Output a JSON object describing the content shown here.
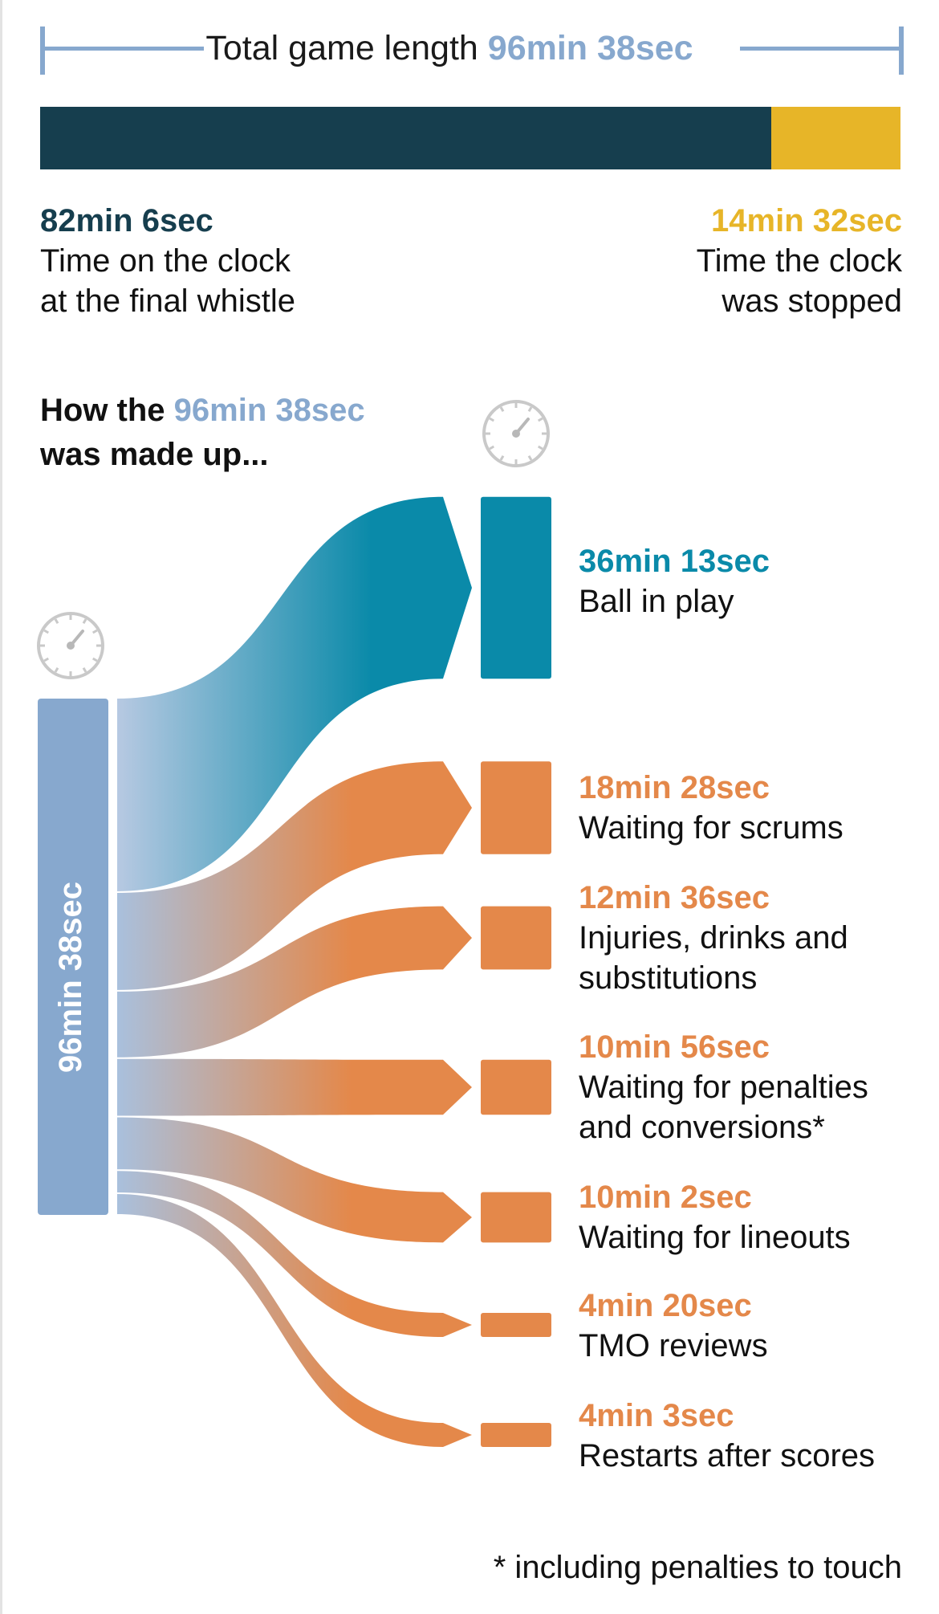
{
  "header": {
    "total_label": "Total game length",
    "total_value": "96min 38sec"
  },
  "summary": {
    "clock_value": "82min 6sec",
    "clock_label_line1": "Time on the clock",
    "clock_label_line2": "at the final whistle",
    "stopped_value": "14min 32sec",
    "stopped_label_line1": "Time the clock",
    "stopped_label_line2": "was stopped"
  },
  "section": {
    "title_prefix": "How the",
    "title_value": "96min 38sec",
    "title_line2": "was made up..."
  },
  "source_bar_label": "96min 38sec",
  "footnote": "* including penalties to touch",
  "colors": {
    "dark": "#163e4e",
    "yellow": "#e7b528",
    "light_blue": "#87a8ce",
    "teal": "#0a8aa9",
    "orange": "#e4884a",
    "icon": "gray-stopwatch"
  },
  "icons": [
    "stopwatch-icon",
    "stopwatch-icon"
  ],
  "chart_data": [
    {
      "type": "bar",
      "stacked": true,
      "orientation": "horizontal",
      "total_seconds": 5798,
      "series": [
        {
          "name": "Time on the clock at the final whistle",
          "value_seconds": 4926,
          "label": "82min 6sec",
          "color": "#163e4e"
        },
        {
          "name": "Time the clock was stopped",
          "value_seconds": 872,
          "label": "14min 32sec",
          "color": "#e7b528"
        }
      ]
    },
    {
      "type": "sankey",
      "source": {
        "label": "96min 38sec",
        "value_seconds": 5798
      },
      "targets": [
        {
          "name": "Ball in play",
          "value": "36min 13sec",
          "value_seconds": 2173,
          "color": "#0a8aa9"
        },
        {
          "name": "Waiting for scrums",
          "value": "18min 28sec",
          "value_seconds": 1108,
          "color": "#e4884a"
        },
        {
          "name": "Injuries, drinks and substitutions",
          "line1": "Injuries, drinks and",
          "line2": "substitutions",
          "value": "12min 36sec",
          "value_seconds": 756,
          "color": "#e4884a"
        },
        {
          "name": "Waiting for penalties and conversions*",
          "line1": "Waiting for penalties",
          "line2": "and conversions*",
          "value": "10min 56sec",
          "value_seconds": 656,
          "color": "#e4884a"
        },
        {
          "name": "Waiting for lineouts",
          "value": "10min 2sec",
          "value_seconds": 602,
          "color": "#e4884a"
        },
        {
          "name": "TMO reviews",
          "value": "4min 20sec",
          "value_seconds": 260,
          "color": "#e4884a"
        },
        {
          "name": "Restarts after scores",
          "value": "4min 3sec",
          "value_seconds": 243,
          "color": "#e4884a"
        }
      ]
    }
  ]
}
